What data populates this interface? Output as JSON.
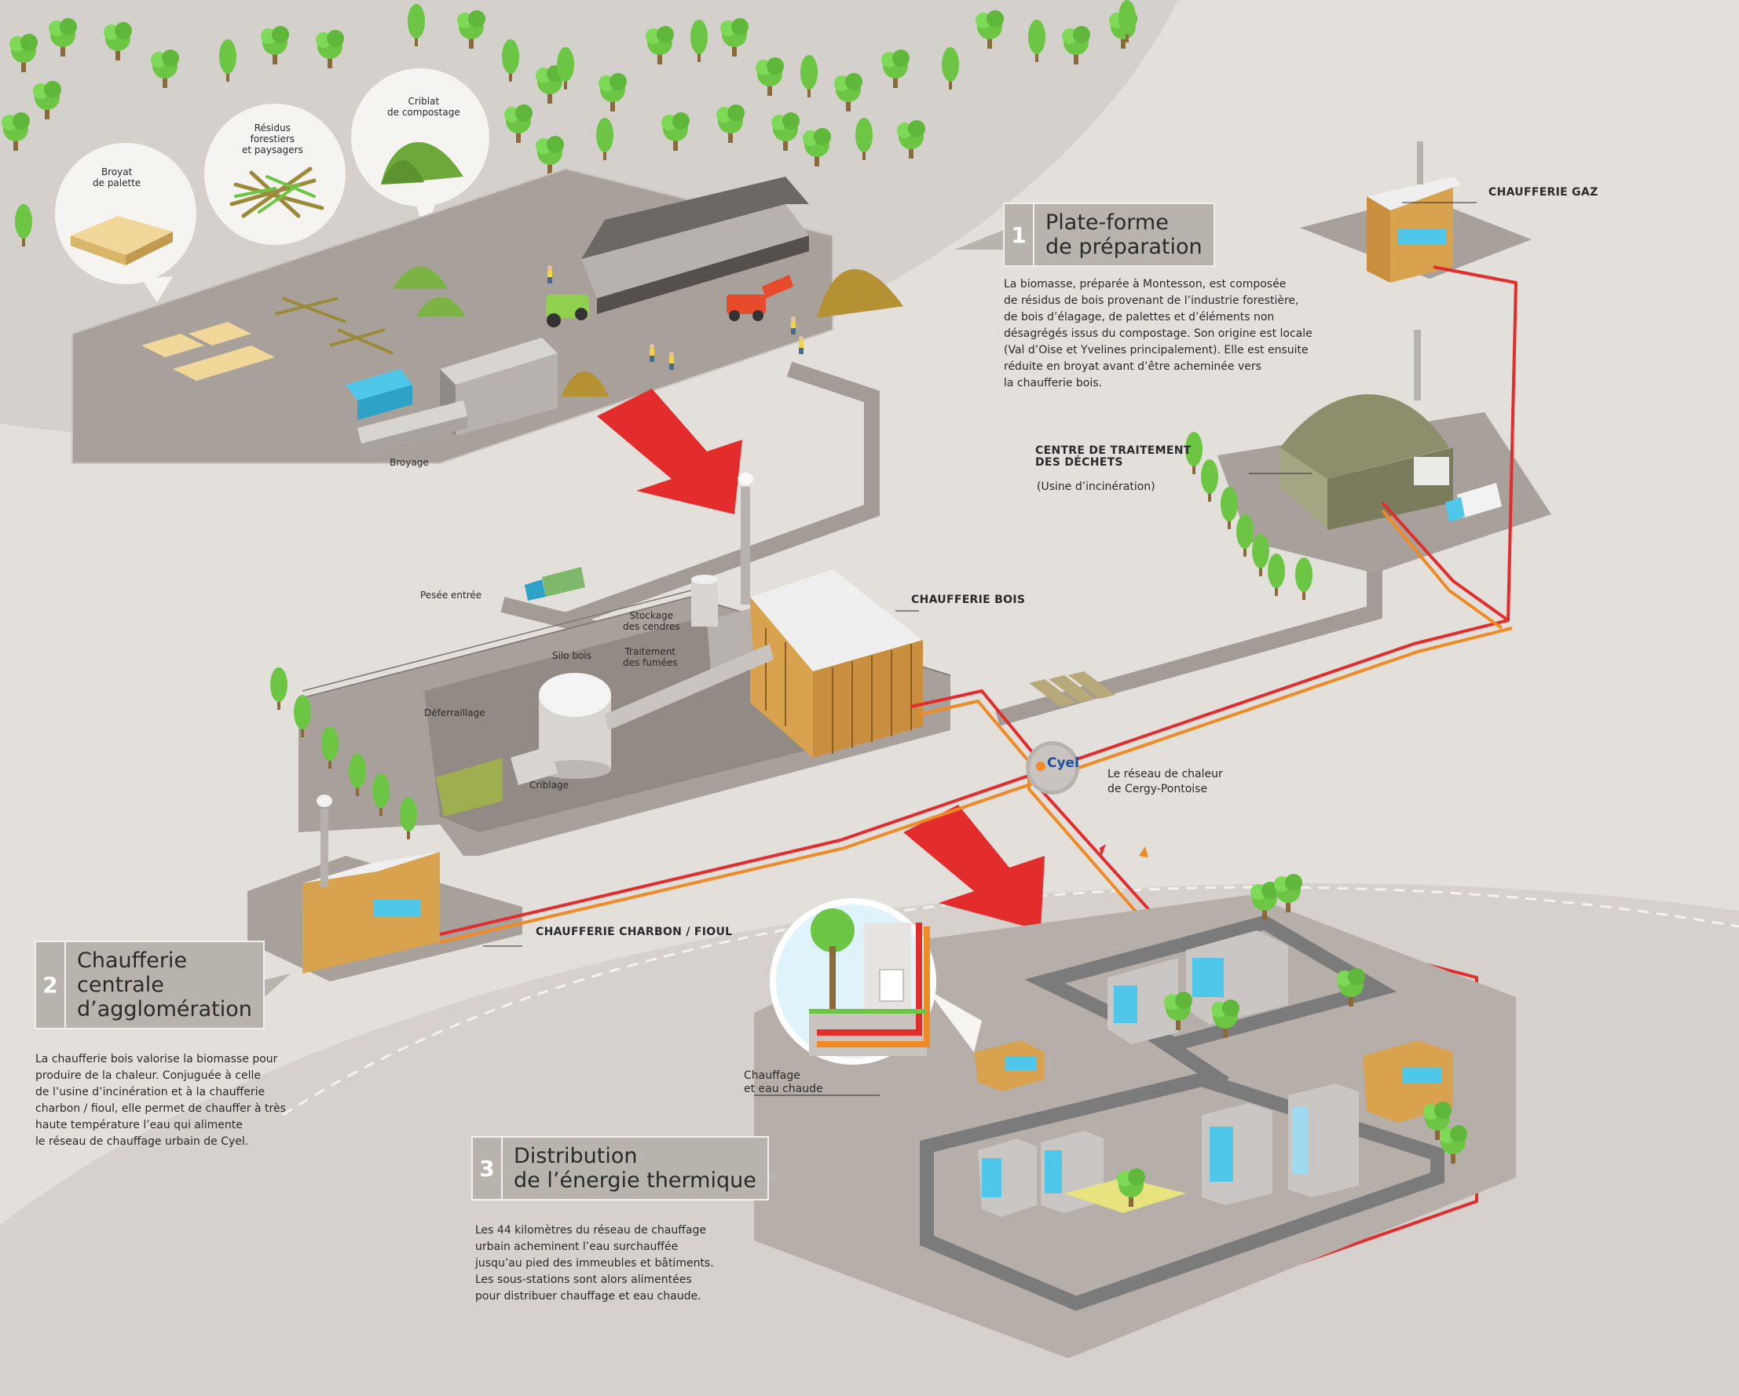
{
  "colors": {
    "background": "#e3e0dc",
    "ground": "#a8a09a",
    "road": "#8f8780",
    "pipe_red": "#e32c2c",
    "pipe_orange": "#f08a24",
    "tree": "#6cc644",
    "wood": "#d8a24e",
    "glass": "#4fc7ea",
    "callout_box": "#b9b3ad"
  },
  "bubbles": {
    "pallet": [
      "Broyat",
      "de palette"
    ],
    "forest": [
      "Résidus",
      "forestiers",
      "et paysagers"
    ],
    "compost": [
      "Criblat",
      "de compostage"
    ]
  },
  "labels": {
    "broyage": "Broyage",
    "chaufferie_gaz": "CHAUFFERIE GAZ",
    "centre_traitement": [
      "CENTRE DE TRAITEMENT",
      "DES DÉCHETS"
    ],
    "usine": "(Usine d’incinération)",
    "pesee": "Pesée entrée",
    "stockage": [
      "Stockage",
      "des cendres"
    ],
    "traitement": [
      "Traitement",
      "des fumées"
    ],
    "silo": "Silo bois",
    "deferraillage": "Déferraillage",
    "criblage": "Criblage",
    "chaufferie_bois": "CHAUFFERIE BOIS",
    "cyel_logo": "Cyel",
    "reseau": [
      "Le réseau de chaleur",
      "de Cergy-Pontoise"
    ],
    "chaufferie_charbon": "CHAUFFERIE CHARBON / FIOUL",
    "chauffage_eau": [
      "Chauffage",
      "et eau chaude"
    ]
  },
  "sections": [
    {
      "number": "1",
      "title": [
        "Plate-forme",
        "de préparation"
      ],
      "text": [
        "La biomasse, préparée à Montesson, est composée",
        "de résidus de bois provenant de l’industrie forestière,",
        "de bois d’élagage, de palettes et d’éléments non",
        "désagrégés issus du compostage. Son origine est locale",
        "(Val d’Oise et Yvelines principalement). Elle est ensuite",
        "réduite en broyat avant d’être acheminée vers",
        "la chaufferie bois."
      ]
    },
    {
      "number": "2",
      "title": [
        "Chaufferie",
        "centrale",
        "d’agglomération"
      ],
      "text": [
        "La chaufferie bois valorise la biomasse pour",
        "produire de la chaleur. Conjuguée à celle",
        "de l’usine d’incinération et à la chaufferie",
        "charbon / fioul, elle permet de chauffer à très",
        "haute température l’eau qui alimente",
        "le réseau de chauffage urbain de Cyel."
      ]
    },
    {
      "number": "3",
      "title": [
        "Distribution",
        "de l’énergie thermique"
      ],
      "text": [
        "Les 44 kilomètres du réseau de chauffage",
        "urbain acheminent  l’eau surchauffée",
        "jusqu’au pied des immeubles et bâtiments.",
        "Les sous-stations sont alors alimentées",
        "pour distribuer chauffage et eau chaude."
      ]
    }
  ]
}
